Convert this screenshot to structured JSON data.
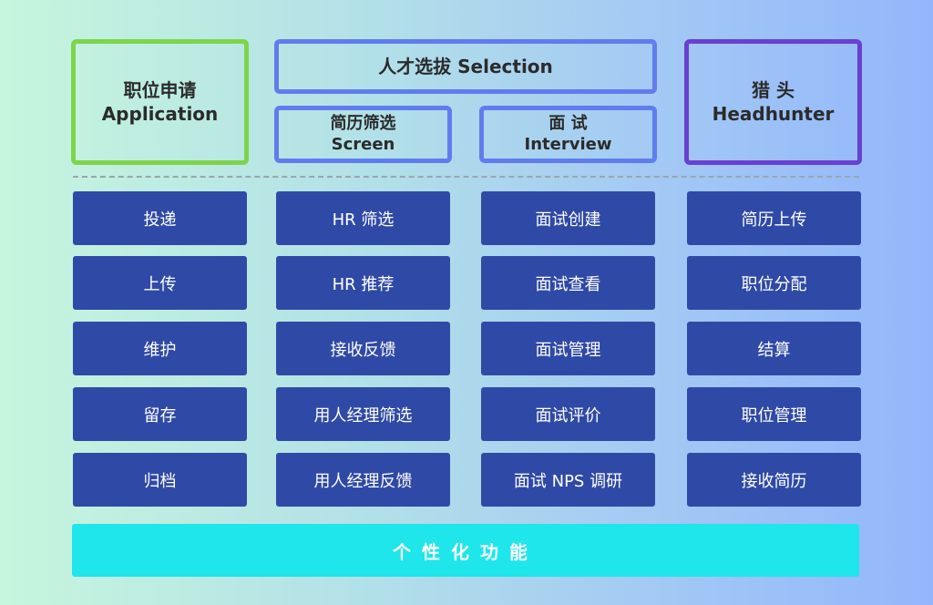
{
  "header": {
    "application": {
      "cn": "职位申请",
      "en": "Application"
    },
    "selection": {
      "title": "人才选拔 Selection"
    },
    "screen": {
      "cn": "简历筛选",
      "en": "Screen"
    },
    "interview": {
      "cn": "面 试",
      "en": "Interview"
    },
    "headhunter": {
      "cn": "猎 头",
      "en": "Headhunter"
    }
  },
  "columns": [
    {
      "items": [
        "投递",
        "上传",
        "维护",
        "留存",
        "归档"
      ]
    },
    {
      "items": [
        "HR 筛选",
        "HR 推荐",
        "接收反馈",
        "用人经理筛选",
        "用人经理反馈"
      ]
    },
    {
      "items": [
        "面试创建",
        "面试查看",
        "面试管理",
        "面试评价",
        "面试 NPS 调研"
      ]
    },
    {
      "items": [
        "简历上传",
        "职位分配",
        "结算",
        "职位管理",
        "接收简历"
      ]
    }
  ],
  "footer": {
    "label": "个性化功能"
  },
  "colors": {
    "tile": "#2f4aa6",
    "footer": "#1ee6ea",
    "application": "#7ed44a",
    "selection": "#5f7ded",
    "headhunter": "#6840d2"
  }
}
